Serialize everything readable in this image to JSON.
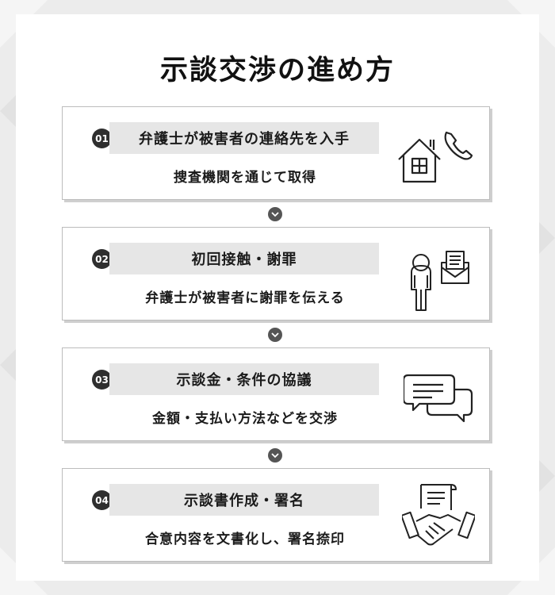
{
  "title": "示談交渉の進め方",
  "steps": [
    {
      "number": "01",
      "title": "弁護士が被害者の連絡先を入手",
      "description": "捜査機関を通じて取得",
      "icon": "house-phone-icon"
    },
    {
      "number": "02",
      "title": "初回接触・謝罪",
      "description": "弁護士が被害者に謝罪を伝える",
      "icon": "bowing-person-letter-icon"
    },
    {
      "number": "03",
      "title": "示談金・条件の協議",
      "description": "金額・支払い方法などを交渉",
      "icon": "chat-bubbles-icon"
    },
    {
      "number": "04",
      "title": "示談書作成・署名",
      "description": "合意内容を文書化し、署名捺印",
      "icon": "handshake-document-icon"
    }
  ],
  "colors": {
    "badge": "#2f2f2f",
    "title_bar": "#e6e6e6",
    "card_border": "#bcbcbc",
    "chevron": "#555555"
  }
}
